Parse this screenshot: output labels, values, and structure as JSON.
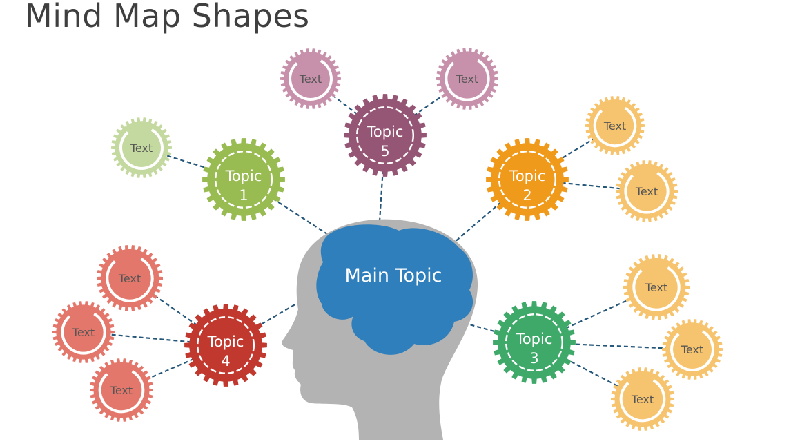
{
  "title": "Mind Map Shapes",
  "main_topic": {
    "label": "Main Topic",
    "color": "#2e7fbc"
  },
  "head_color": "#b3b3b3",
  "connector_color": "#24567a",
  "topics": [
    {
      "id": "topic-1",
      "line1": "Topic",
      "line2": "1",
      "color": "#98bb52",
      "subtopics": [
        {
          "label": "Text",
          "color": "#c4d9a0"
        }
      ]
    },
    {
      "id": "topic-2",
      "line1": "Topic",
      "line2": "2",
      "color": "#f09a1b",
      "subtopics": [
        {
          "label": "Text",
          "color": "#f6c46e"
        },
        {
          "label": "Text",
          "color": "#f6c46e"
        }
      ]
    },
    {
      "id": "topic-3",
      "line1": "Topic",
      "line2": "3",
      "color": "#3fa96a",
      "subtopics": [
        {
          "label": "Text",
          "color": "#f6c46e"
        },
        {
          "label": "Text",
          "color": "#f6c46e"
        },
        {
          "label": "Text",
          "color": "#f6c46e"
        }
      ]
    },
    {
      "id": "topic-4",
      "line1": "Topic",
      "line2": "4",
      "color": "#c1392e",
      "subtopics": [
        {
          "label": "Text",
          "color": "#e3776b"
        },
        {
          "label": "Text",
          "color": "#e3776b"
        },
        {
          "label": "Text",
          "color": "#e3776b"
        }
      ]
    },
    {
      "id": "topic-5",
      "line1": "Topic",
      "line2": "5",
      "color": "#955575",
      "subtopics": [
        {
          "label": "Text",
          "color": "#c791ac"
        },
        {
          "label": "Text",
          "color": "#c791ac"
        }
      ]
    }
  ]
}
